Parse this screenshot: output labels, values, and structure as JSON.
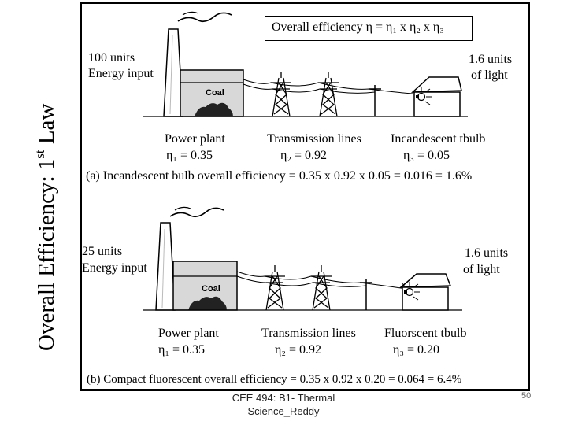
{
  "slide": {
    "side_title_main": "Overall Efficiency: 1",
    "side_title_sup": "st",
    "side_title_end": " Law",
    "footer_line1": "CEE 494: B1- Thermal",
    "footer_line2": "Science_Reddy",
    "page_number": "50"
  },
  "figure": {
    "equation": "Overall efficiency η = η₁ x η₂ x η₃",
    "panel_a": {
      "input_line1": "100 units",
      "input_line2": "Energy input",
      "coal_label": "Coal",
      "output_line1": "1.6 units",
      "output_line2": "of light",
      "stage1_name": "Power plant",
      "stage1_eff": "η₁ = 0.35",
      "stage2_name": "Transmission lines",
      "stage2_eff": "η₂ = 0.92",
      "stage3_name": "Incandescent tbulb",
      "stage3_eff": "η₃ = 0.05",
      "caption": "(a) Incandescent bulb overall efficiency = 0.35 x 0.92 x 0.05 = 0.016 = 1.6%"
    },
    "panel_b": {
      "input_line1": "25 units",
      "input_line2": "Energy input",
      "coal_label": "Coal",
      "output_line1": "1.6 units",
      "output_line2": "of light",
      "stage1_name": "Power plant",
      "stage1_eff": "η₁ = 0.35",
      "stage2_name": "Transmission lines",
      "stage2_eff": "η₂ = 0.92",
      "stage3_name": "Fluorscent tbulb",
      "stage3_eff": "η₃ = 0.20",
      "caption": "(b) Compact fluorescent overall efficiency = 0.35 x 0.92 x 0.20 = 0.064 = 6.4%"
    }
  }
}
